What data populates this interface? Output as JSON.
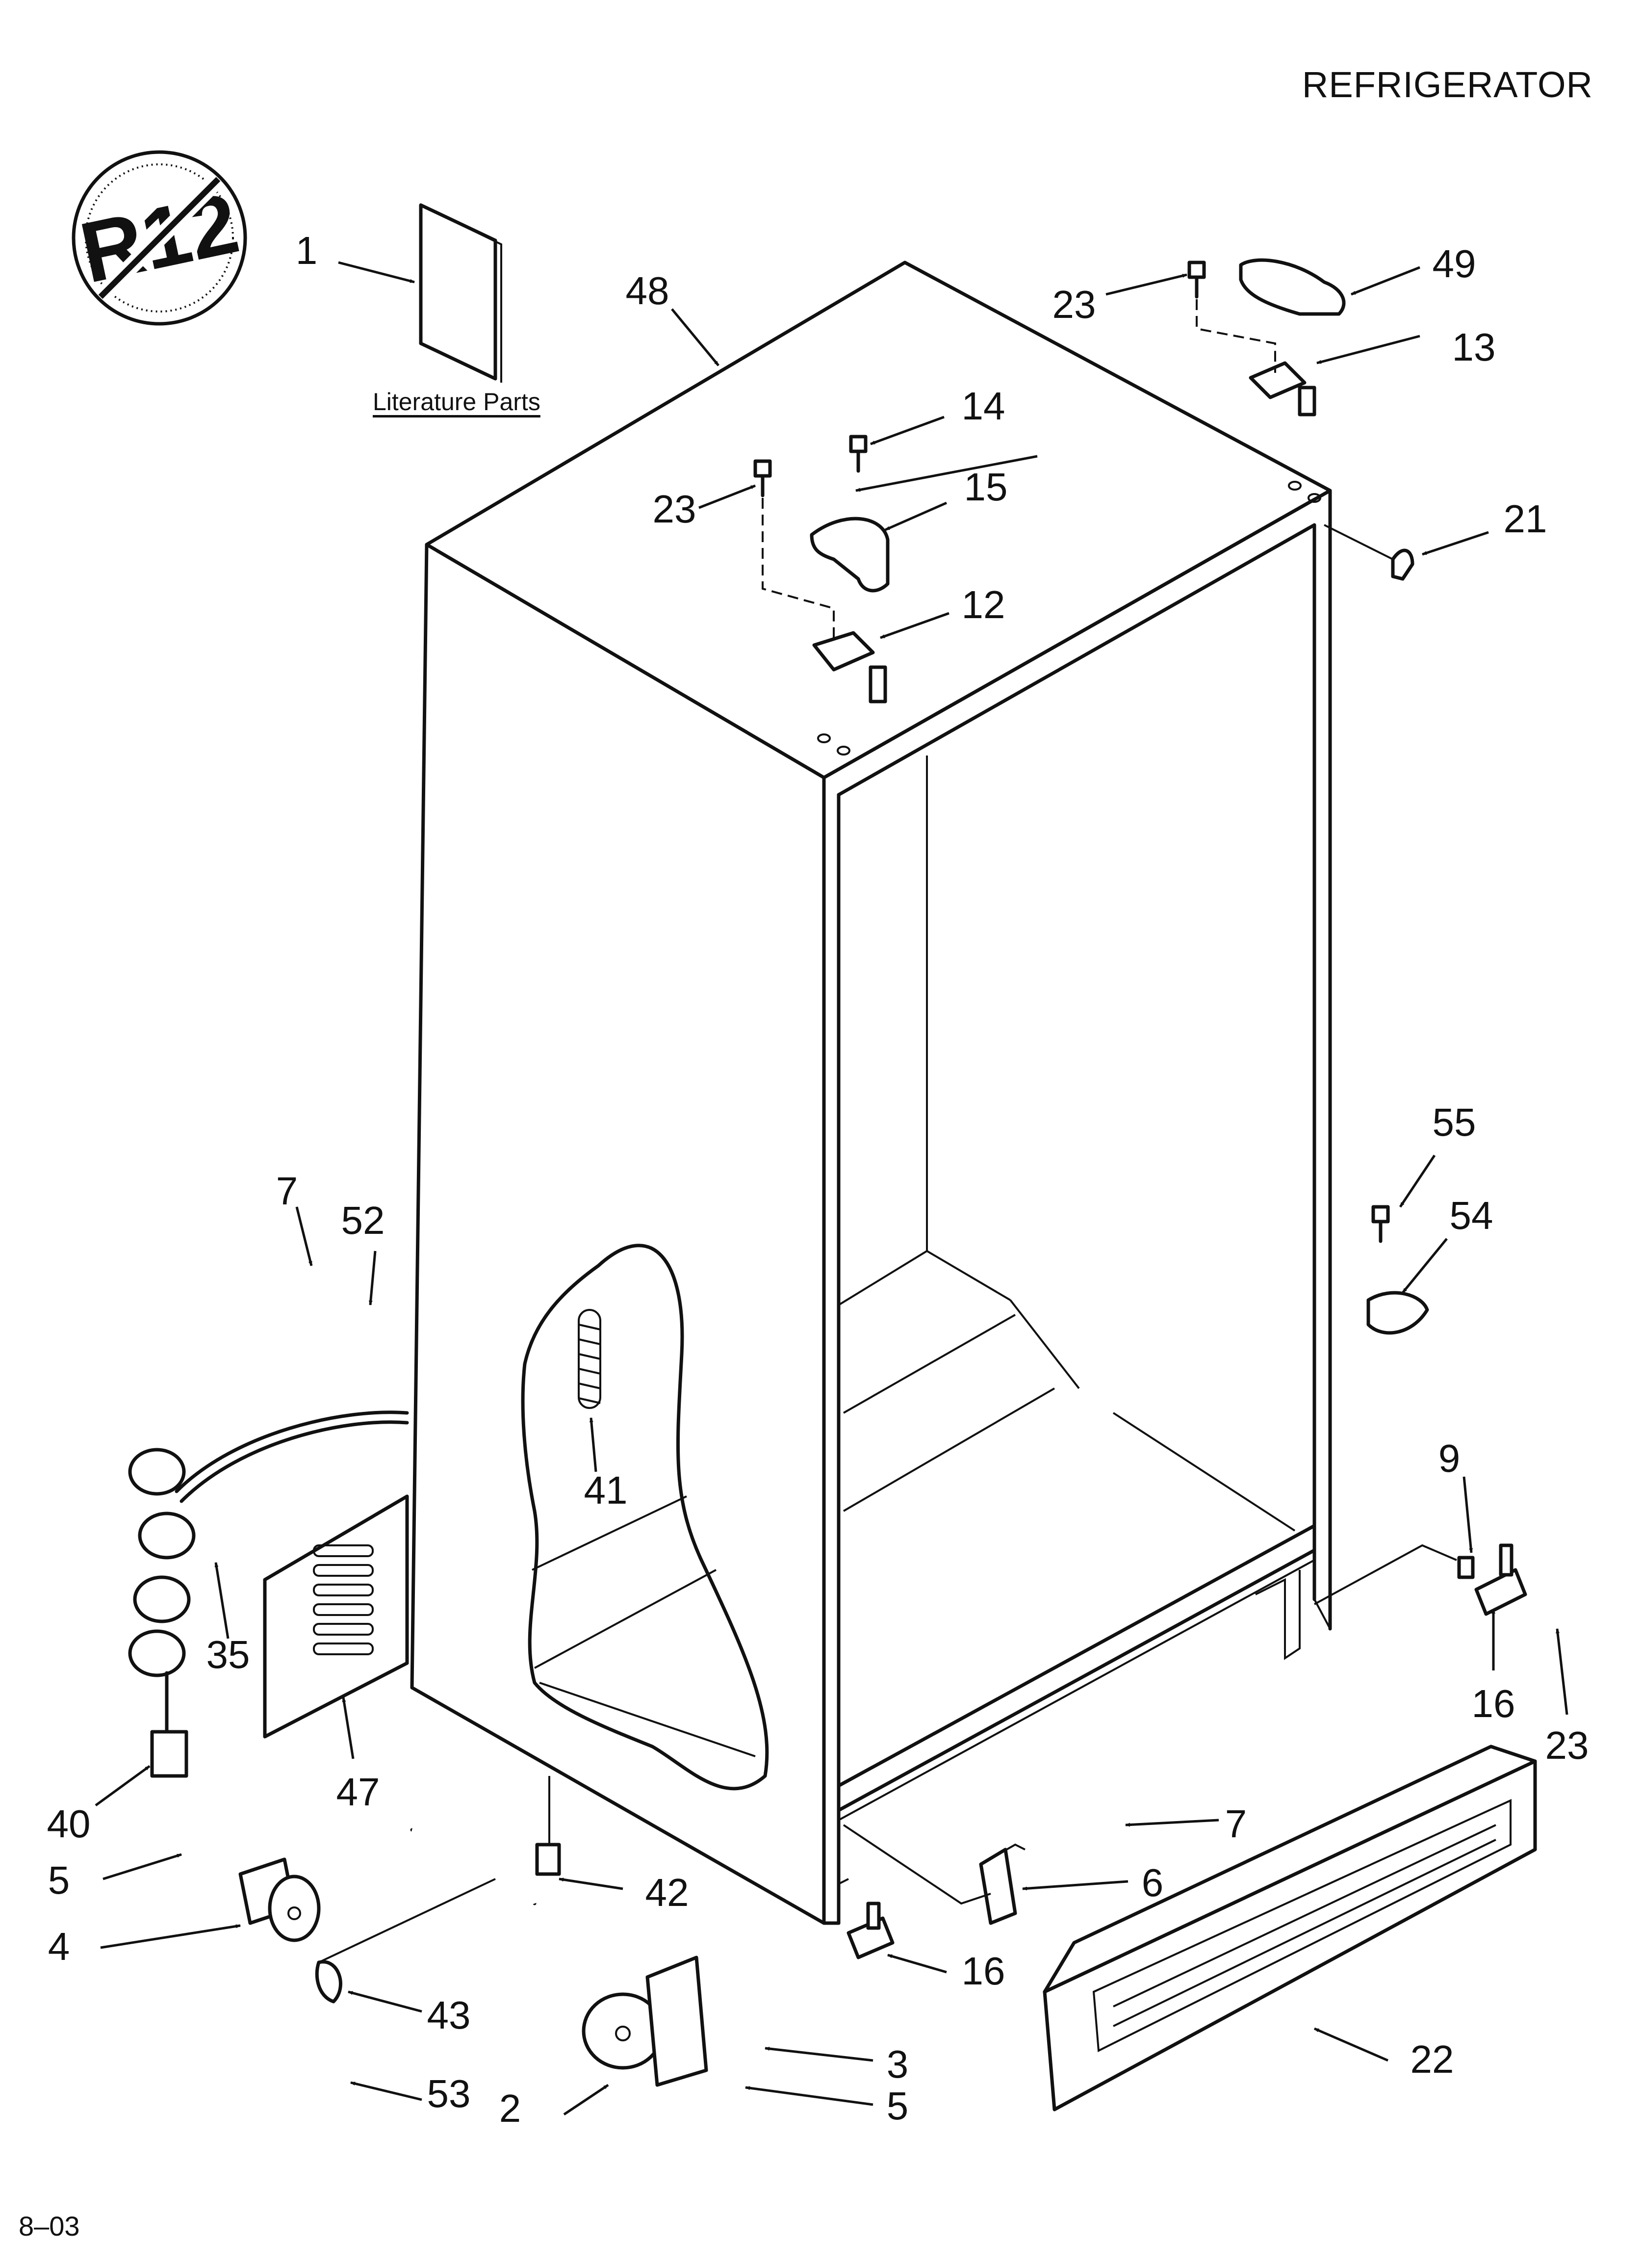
{
  "header": {
    "title": "REFRIGERATOR"
  },
  "footer": {
    "page_code": "8–03"
  },
  "badge": {
    "text": "R12"
  },
  "literature": {
    "caption": "Literature Parts"
  },
  "callouts": {
    "c1": "1",
    "c48": "48",
    "c23_top": "23",
    "c49": "49",
    "c13": "13",
    "c14": "14",
    "c15": "15",
    "c23_mid": "23",
    "c12": "12",
    "c21": "21",
    "c55": "55",
    "c54": "54",
    "c7_left": "7",
    "c52": "52",
    "c41": "41",
    "c9": "9",
    "c16_right": "16",
    "c23_right": "23",
    "c35": "35",
    "c47": "47",
    "c40": "40",
    "c7_mid": "7",
    "c6": "6",
    "c42": "42",
    "c16_mid": "16",
    "c5_left": "5",
    "c4": "4",
    "c43": "43",
    "c53": "53",
    "c2": "2",
    "c3": "3",
    "c5_mid": "5",
    "c22": "22"
  }
}
